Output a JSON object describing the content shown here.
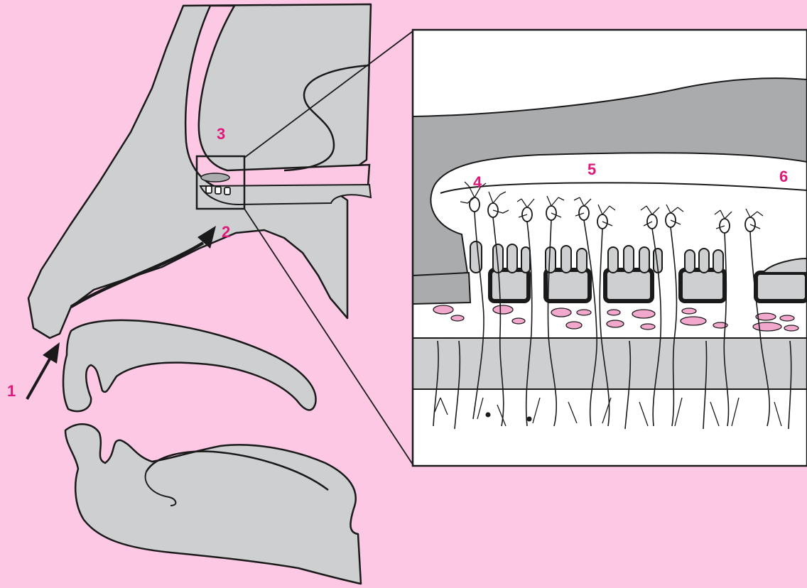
{
  "colors": {
    "background": "#fcc8e4",
    "tissue": "#cdcfd1",
    "tissue_dark": "#a9abad",
    "outline": "#1a1a1a",
    "label": "#e0187a",
    "accent_pink": "#f2a7cc",
    "panel": "#ffffff"
  },
  "labels": {
    "nostril": "1",
    "airflow": "2",
    "olfactory_region": "3",
    "receptor_left": "4",
    "receptor_mid": "5",
    "receptor_right": "6"
  }
}
